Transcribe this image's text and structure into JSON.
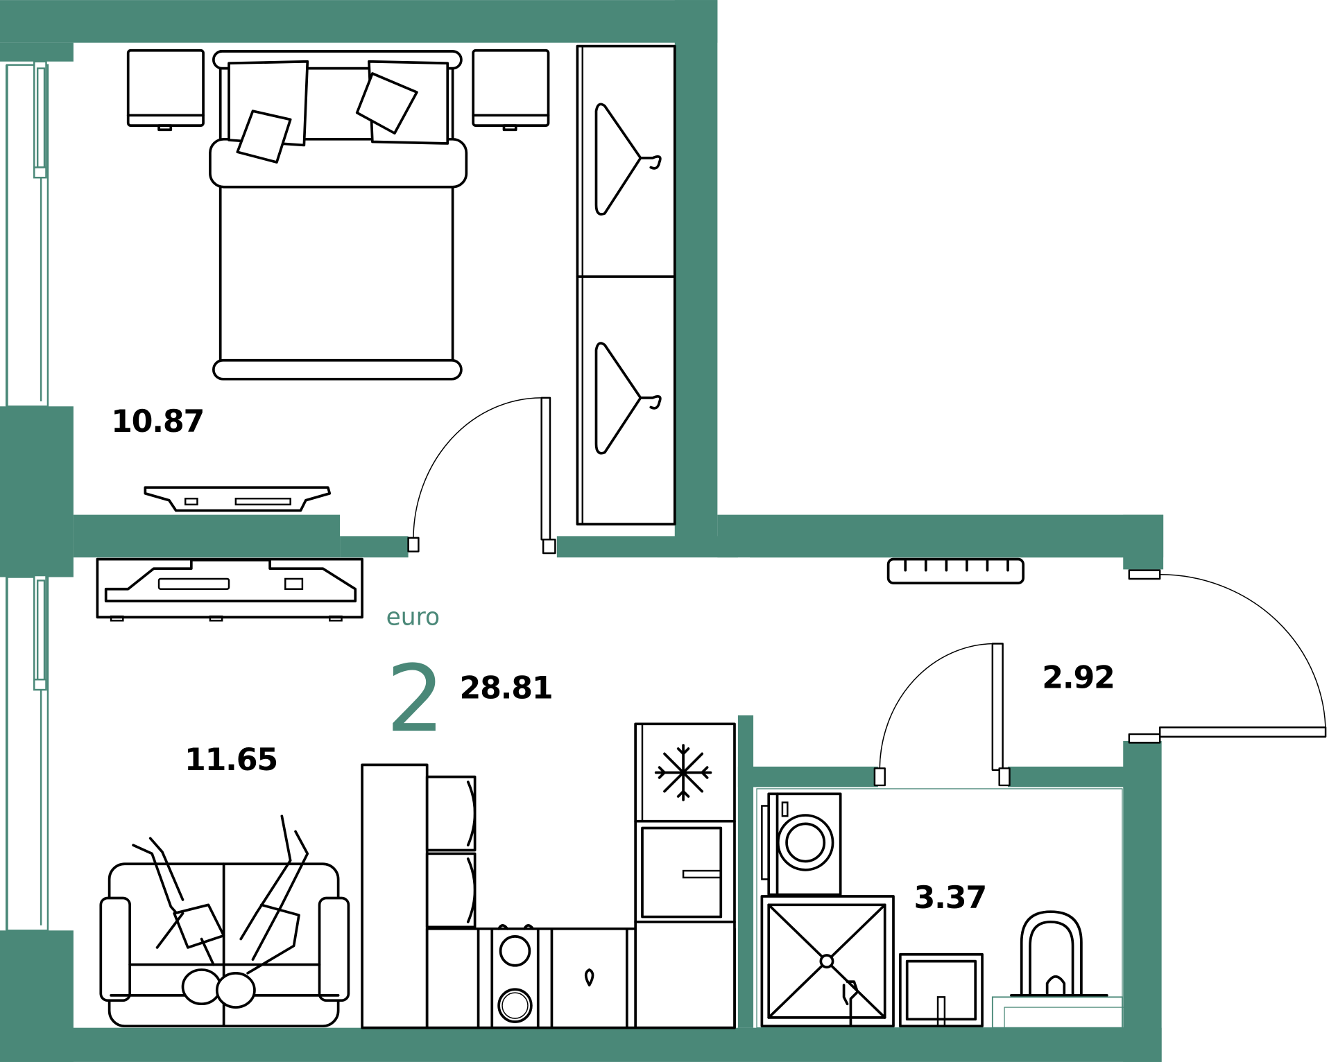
{
  "plan": {
    "type_label": "euro",
    "rooms_count": "2",
    "total_area": "28.81",
    "wall_color": "#4a8878",
    "rooms": [
      {
        "name": "bedroom",
        "area": "10.87"
      },
      {
        "name": "living-kitchen",
        "area": "11.65"
      },
      {
        "name": "hallway",
        "area": "2.92"
      },
      {
        "name": "bathroom",
        "area": "3.37"
      }
    ]
  }
}
